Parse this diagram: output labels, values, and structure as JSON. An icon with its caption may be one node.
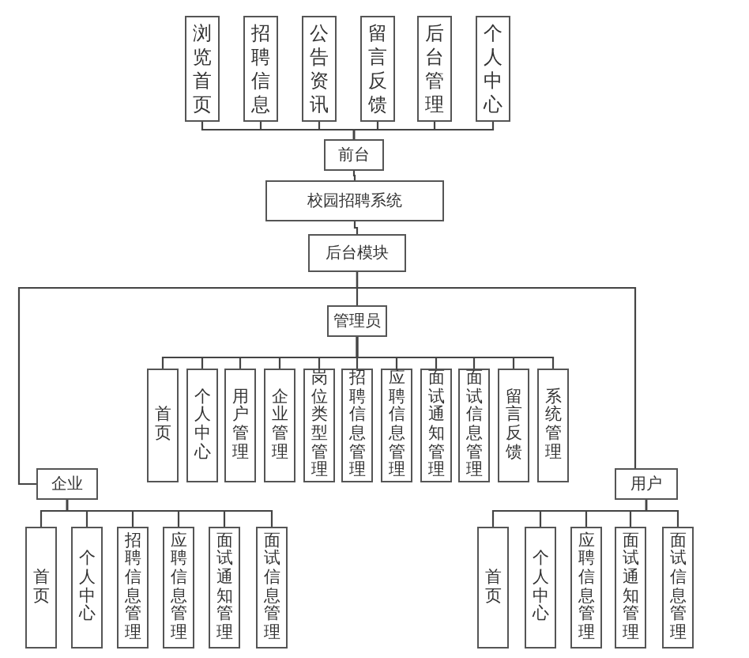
{
  "diagram": {
    "nodes": [
      {
        "text": [
          "浏览首页"
        ]
      },
      {
        "text": [
          "招聘信息"
        ]
      },
      {
        "text": [
          "公告资讯"
        ]
      },
      {
        "text": [
          "留言反馈"
        ]
      },
      {
        "text": [
          "后台管理"
        ]
      },
      {
        "text": [
          "个人中心"
        ]
      },
      {
        "text": [
          "前台"
        ]
      },
      {
        "text": [
          "校园招聘系统"
        ]
      },
      {
        "text": [
          "后台模块"
        ]
      },
      {
        "text": [
          "管理员"
        ]
      },
      {
        "text": [
          "首页"
        ]
      },
      {
        "text": [
          "个人中心"
        ]
      },
      {
        "text": [
          "用户管理"
        ]
      },
      {
        "text": [
          "企业管理"
        ]
      },
      {
        "text": [
          "岗位类型管理"
        ]
      },
      {
        "text": [
          "招聘信息管理"
        ]
      },
      {
        "text": [
          "应聘信息管理"
        ]
      },
      {
        "text": [
          "面试通知管理"
        ]
      },
      {
        "text": [
          "面试信息管理"
        ]
      },
      {
        "text": [
          "留言反馈"
        ]
      },
      {
        "text": [
          "系统管理"
        ]
      },
      {
        "text": [
          "企业"
        ]
      },
      {
        "text": [
          "首页"
        ]
      },
      {
        "text": [
          "个人中心"
        ]
      },
      {
        "text": [
          "招聘信息管理"
        ]
      },
      {
        "text": [
          "应聘信息管理"
        ]
      },
      {
        "text": [
          "面试通知管理"
        ]
      },
      {
        "text": [
          "面试信息管理"
        ]
      },
      {
        "text": [
          "用户"
        ]
      },
      {
        "text": [
          "首页"
        ]
      },
      {
        "text": [
          "个人中心"
        ]
      },
      {
        "text": [
          "应聘信息管理"
        ]
      },
      {
        "text": [
          "面试通知管理"
        ]
      },
      {
        "text": [
          "面试信息管理"
        ]
      }
    ],
    "edges": [
      {
        "from": 6,
        "to": 0,
        "arrow": "none"
      },
      {
        "from": 6,
        "to": 1,
        "arrow": "none"
      },
      {
        "from": 6,
        "to": 2,
        "arrow": "none"
      },
      {
        "from": 6,
        "to": 3,
        "arrow": "none"
      },
      {
        "from": 6,
        "to": 4,
        "arrow": "none"
      },
      {
        "from": 6,
        "to": 5,
        "arrow": "none"
      },
      {
        "from": 6,
        "to": 7,
        "arrow": "none"
      },
      {
        "from": 7,
        "to": 8,
        "arrow": "none"
      },
      {
        "from": 8,
        "to": 9,
        "arrow": "none"
      },
      {
        "from": 8,
        "to": 21,
        "arrow": "none"
      },
      {
        "from": 8,
        "to": 28,
        "arrow": "none"
      },
      {
        "from": 9,
        "to": 10,
        "arrow": "none"
      },
      {
        "from": 9,
        "to": 11,
        "arrow": "none"
      },
      {
        "from": 9,
        "to": 12,
        "arrow": "none"
      },
      {
        "from": 9,
        "to": 13,
        "arrow": "none"
      },
      {
        "from": 9,
        "to": 14,
        "arrow": "none"
      },
      {
        "from": 9,
        "to": 15,
        "arrow": "none"
      },
      {
        "from": 9,
        "to": 16,
        "arrow": "none"
      },
      {
        "from": 9,
        "to": 17,
        "arrow": "none"
      },
      {
        "from": 9,
        "to": 18,
        "arrow": "none"
      },
      {
        "from": 9,
        "to": 19,
        "arrow": "none"
      },
      {
        "from": 9,
        "to": 20,
        "arrow": "none"
      },
      {
        "from": 21,
        "to": 22,
        "arrow": "none"
      },
      {
        "from": 21,
        "to": 23,
        "arrow": "none"
      },
      {
        "from": 21,
        "to": 24,
        "arrow": "none"
      },
      {
        "from": 21,
        "to": 25,
        "arrow": "none"
      },
      {
        "from": 21,
        "to": 26,
        "arrow": "none"
      },
      {
        "from": 21,
        "to": 27,
        "arrow": "none"
      },
      {
        "from": 28,
        "to": 29,
        "arrow": "none"
      },
      {
        "from": 28,
        "to": 30,
        "arrow": "none"
      },
      {
        "from": 28,
        "to": 31,
        "arrow": "none"
      },
      {
        "from": 28,
        "to": 32,
        "arrow": "none"
      },
      {
        "from": 28,
        "to": 33,
        "arrow": "none"
      }
    ]
  }
}
